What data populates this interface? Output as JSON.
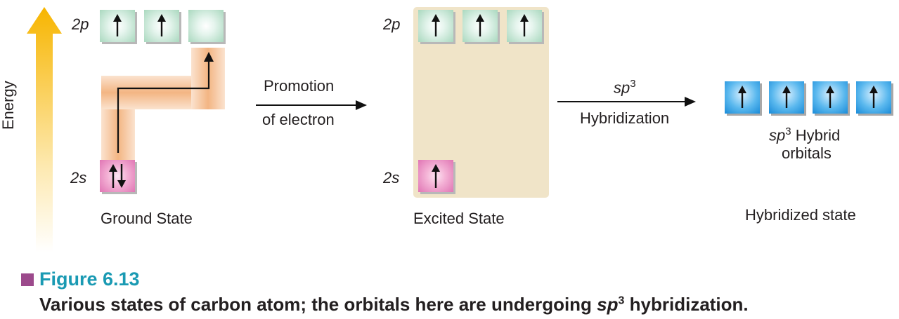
{
  "axis": {
    "label": "Energy"
  },
  "ground_state": {
    "caption": "Ground State",
    "p_label": "2p",
    "s_label": "2s",
    "p_orbitals": [
      "up",
      "up",
      "empty"
    ],
    "s_orbitals": [
      "pair"
    ]
  },
  "promotion": {
    "line1": "Promotion",
    "line2": "of electron"
  },
  "excited_state": {
    "caption": "Excited State",
    "p_label": "2p",
    "s_label": "2s",
    "p_orbitals": [
      "up",
      "up",
      "up"
    ],
    "s_orbitals": [
      "up"
    ]
  },
  "hybridization": {
    "line1_base": "sp",
    "line1_sup": "3",
    "line2": "Hybridization"
  },
  "hybridized_state": {
    "caption": "Hybridized state",
    "orbitals": [
      "up",
      "up",
      "up",
      "up"
    ],
    "label_base": "sp",
    "label_sup": "3",
    "label_rest": " Hybrid",
    "label_line2": "orbitals"
  },
  "figure": {
    "title": "Figure 6.13",
    "caption_before": "Various states of carbon atom; the orbitals here are undergoing ",
    "caption_it": "sp",
    "caption_sup": "3",
    "caption_after": " hybridization."
  },
  "colors": {
    "p_orbital": "#a9d8be",
    "s_orbital": "#e075b4",
    "hybrid_orbital": "#1a8bd8",
    "excited_panel": "#f0e4c8",
    "energy_arrow": "#f7b500",
    "promotion_path": "#f6c8a0",
    "figure_title": "#1a9ab3",
    "figure_marker": "#9c4a8c"
  }
}
